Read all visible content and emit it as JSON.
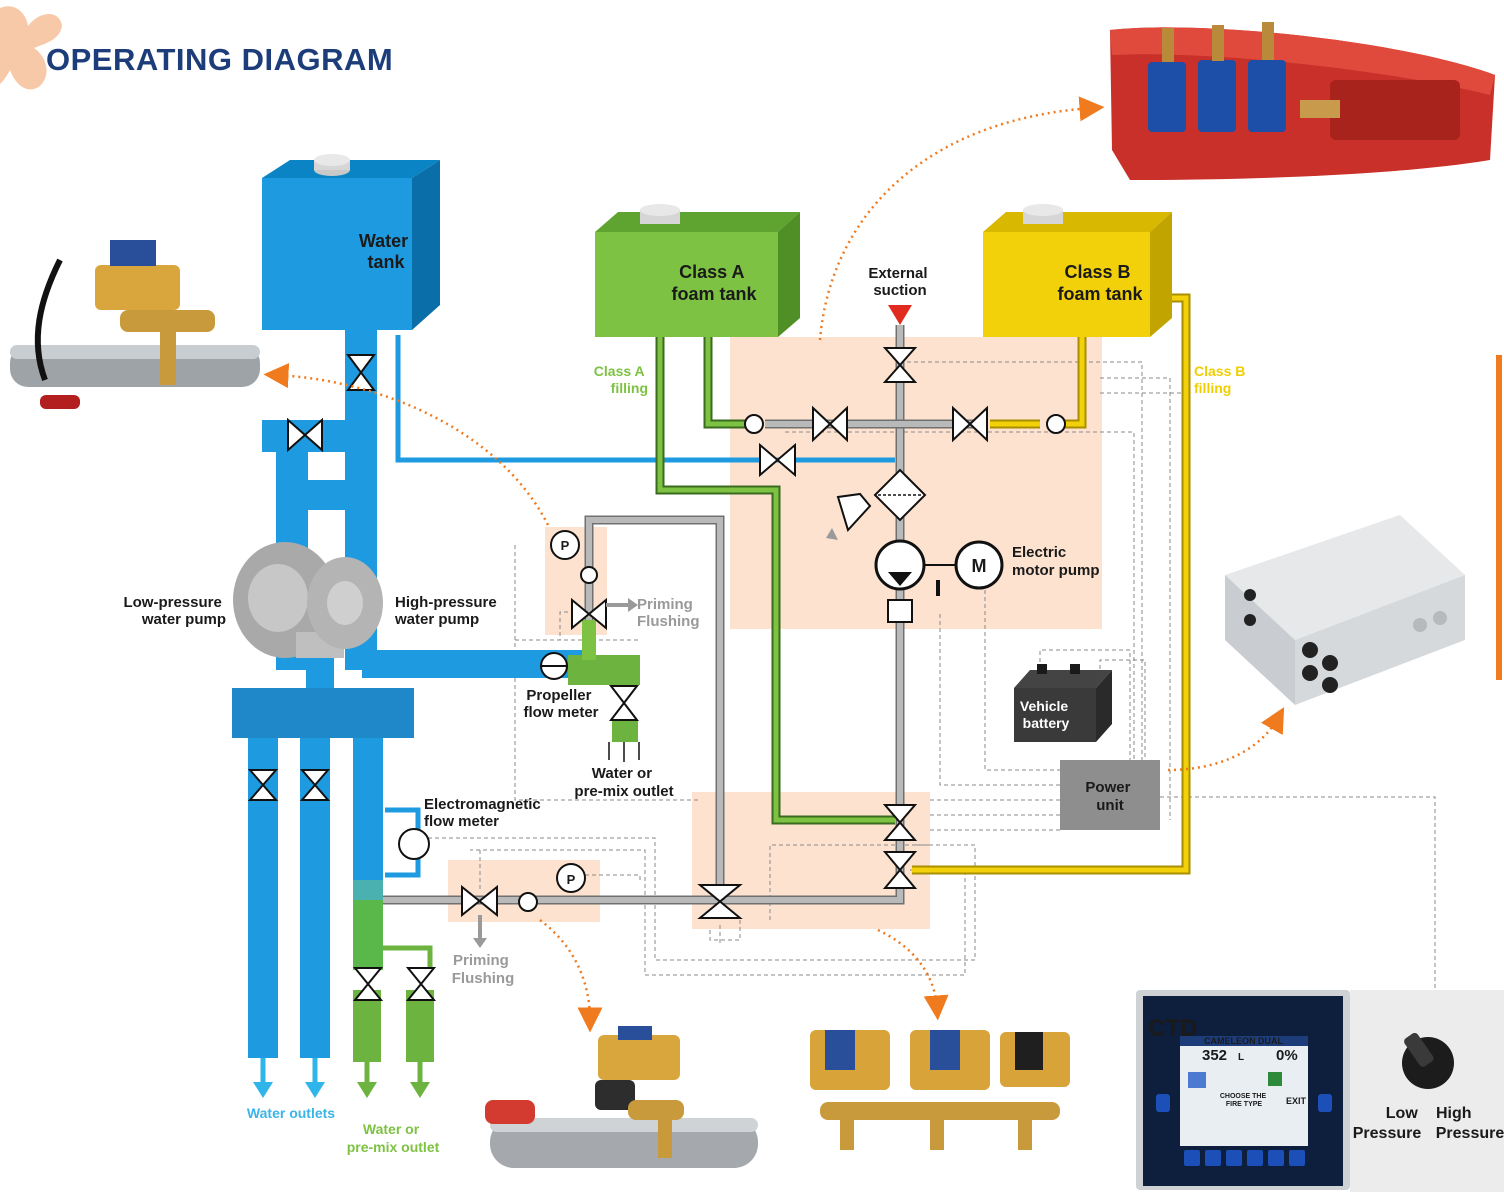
{
  "title": "OPERATING DIAGRAM",
  "tanks": {
    "water": "Water\ntank",
    "class_a": "Class A\nfoam tank",
    "class_b": "Class B\nfoam tank"
  },
  "labels": {
    "external_suction": "External\nsuction",
    "class_a_filling": "Class A\nfilling",
    "class_b_filling": "Class B\nfilling",
    "electric_motor_pump": "Electric\nmotor pump",
    "motor_symbol": "M",
    "low_pressure_pump": "Low-pressure\nwater pump",
    "high_pressure_pump": "High-pressure\nwater pump",
    "priming_flushing_top": "Priming\nFlushing",
    "priming_flushing_bottom": "Priming\nFlushing",
    "propeller_flow_meter": "Propeller\nflow meter",
    "water_premix_outlet_top": "Water or\npre-mix outlet",
    "vehicle_battery": "Vehicle\nbattery",
    "power_unit": "Power\nunit",
    "electromagnetic_flow_meter": "Electromagnetic\nflow meter",
    "pressure_symbol": "P",
    "water_outlets": "Water outlets",
    "water_premix_outlet_bottom": "Water or\npre-mix outlet"
  },
  "control_panel": {
    "brand": "CTD",
    "model": "CAMELEON DUAL",
    "value": "352",
    "unit": "L",
    "percent": "0%",
    "prompt": "CHOOSE THE\nFIRE TYPE",
    "exit": "EXIT"
  },
  "pressure_selector": {
    "low": "Low\nPressure",
    "high": "High\nPressure"
  },
  "colors": {
    "water": "#1e9be0",
    "class_a": "#7dc242",
    "class_b": "#f3d10a",
    "accent_orange": "#f07a1e",
    "zone_fill": "#fde2cf",
    "title_blue": "#1d3d7a"
  }
}
